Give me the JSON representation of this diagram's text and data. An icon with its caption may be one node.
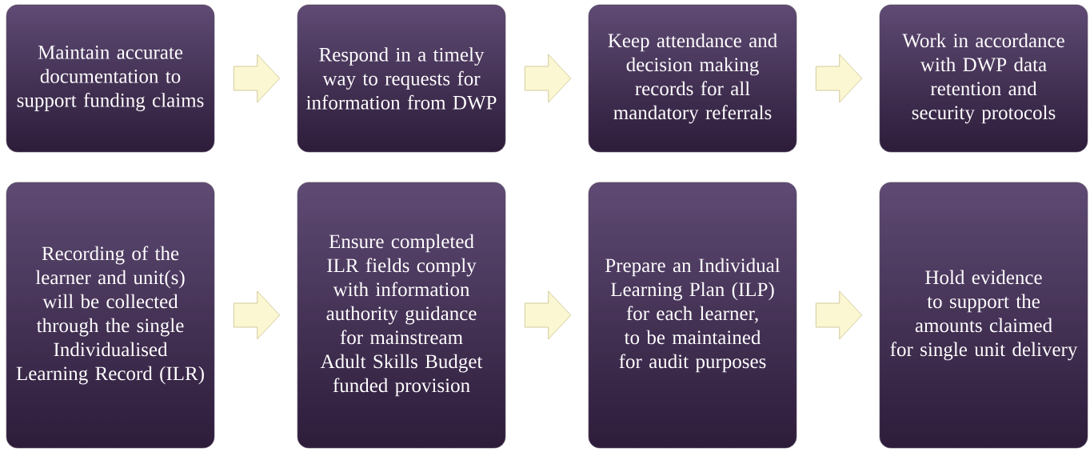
{
  "diagram": {
    "nodes": [
      {
        "text": [
          "Maintain accurate documentation to support funding claims"
        ]
      },
      {
        "text": [
          "Respond in a timely way to requests for information from DWP"
        ]
      },
      {
        "text": [
          "Keep attendance and decision making records for all mandatory referrals"
        ]
      },
      {
        "text": [
          "Work in accordance with DWP data retention and security protocols"
        ]
      },
      {
        "text": [
          "Recording of the learner and unit(s) will be collected through the single Individualised Learning Record (ILR)"
        ]
      },
      {
        "text": [
          "Ensure completed ILR fields comply with information authority guidance for mainstream Adult Skills Budget funded provision"
        ]
      },
      {
        "text": [
          "Prepare an Individual Learning Plan (ILP) for each learner, to be maintained for audit purposes"
        ]
      },
      {
        "text": [
          "Hold evidence to support the amounts claimed for single unit delivery"
        ]
      }
    ],
    "edges": [
      {
        "from": 0,
        "to": 1,
        "arrow": "to"
      },
      {
        "from": 1,
        "to": 2,
        "arrow": "to"
      },
      {
        "from": 2,
        "to": 3,
        "arrow": "to"
      },
      {
        "from": 4,
        "to": 5,
        "arrow": "to"
      },
      {
        "from": 5,
        "to": 6,
        "arrow": "to"
      },
      {
        "from": 6,
        "to": 7,
        "arrow": "to"
      }
    ]
  }
}
